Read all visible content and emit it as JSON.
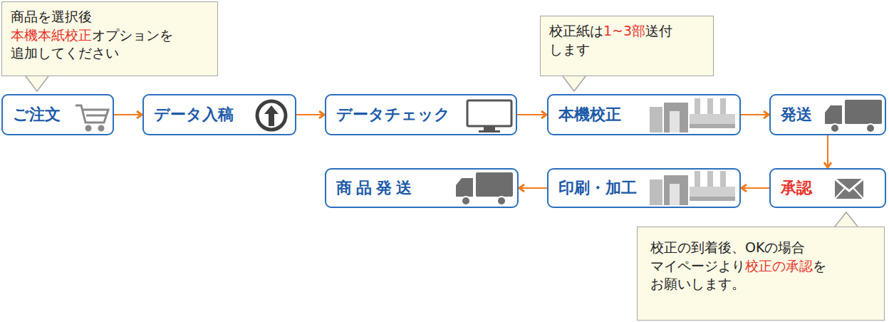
{
  "diagram": {
    "nodes": [
      {
        "text": [
          "商品を選択後",
          "本機本紙校正",
          "オプションを 追加してください"
        ]
      },
      {
        "text": [
          "校正紙は",
          "1~3部",
          "送付 します"
        ]
      },
      {
        "text": [
          "ご注文"
        ]
      },
      {
        "text": [
          "データ入稿"
        ]
      },
      {
        "text": [
          "データチェック"
        ]
      },
      {
        "text": [
          "本機校正"
        ]
      },
      {
        "text": [
          "発送"
        ]
      },
      {
        "text": [
          "承認"
        ]
      },
      {
        "text": [
          "印刷・加工"
        ]
      },
      {
        "text": [
          "商品発送"
        ]
      },
      {
        "text": [
          "校正の到着後、OKの場合",
          "マイページより",
          "校正の承認",
          "を お願いします。"
        ]
      }
    ],
    "edges": [
      {
        "from": 2,
        "to": 3,
        "arrow": "to"
      },
      {
        "from": 3,
        "to": 4,
        "arrow": "to"
      },
      {
        "from": 4,
        "to": 5,
        "arrow": "to"
      },
      {
        "from": 5,
        "to": 6,
        "arrow": "to"
      },
      {
        "from": 6,
        "to": 7,
        "arrow": "to"
      },
      {
        "from": 7,
        "to": 8,
        "arrow": "to"
      },
      {
        "from": 8,
        "to": 9,
        "arrow": "to"
      }
    ]
  }
}
